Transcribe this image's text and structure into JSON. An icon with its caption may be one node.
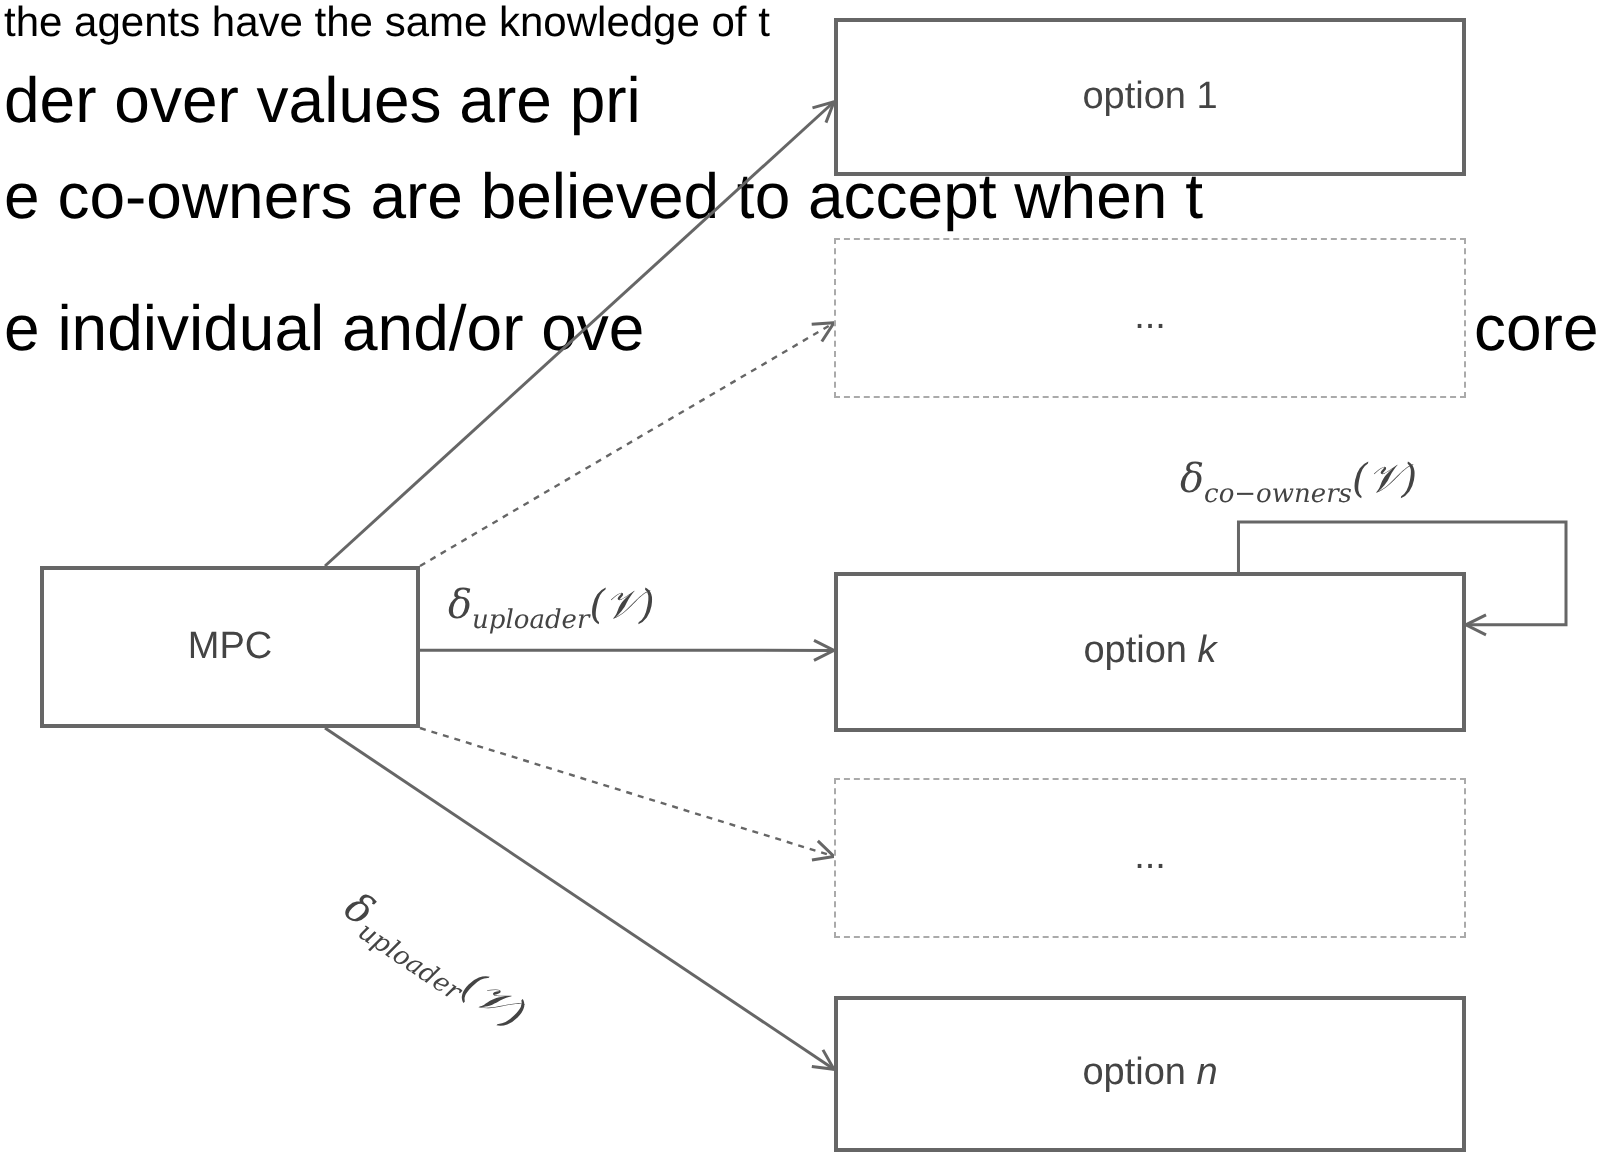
{
  "diagram": {
    "nodes": [
      {
        "text": [
          "MPC"
        ]
      },
      {
        "text": [
          "option 1"
        ]
      },
      {
        "text": [
          "..."
        ]
      },
      {
        "text": [
          "option *k*"
        ]
      },
      {
        "text": [
          "..."
        ]
      },
      {
        "text": [
          "option *n*"
        ]
      }
    ],
    "edges": [
      {
        "from": 0,
        "to": 1,
        "arrow": "to"
      },
      {
        "from": 0,
        "to": 2,
        "arrow": "to",
        "style": "dashed"
      },
      {
        "from": 0,
        "to": 3,
        "arrow": "to",
        "label": "δ$_{uploader}$(𝒱)"
      },
      {
        "from": 0,
        "to": 4,
        "arrow": "to",
        "style": "dashed"
      },
      {
        "from": 0,
        "to": 5,
        "arrow": "to",
        "label": "δ$_{uploader}$(𝒱)"
      },
      {
        "from": 3,
        "to": 3,
        "arrow": "to",
        "label": "δ$_{co−owners}$(𝒱)"
      }
    ],
    "labels": [
      "the agents have the same knowledge of t",
      "der over values are pri",
      "e co-owners are believed to accept when t",
      "e individual and/or ove",
      "core"
    ]
  }
}
